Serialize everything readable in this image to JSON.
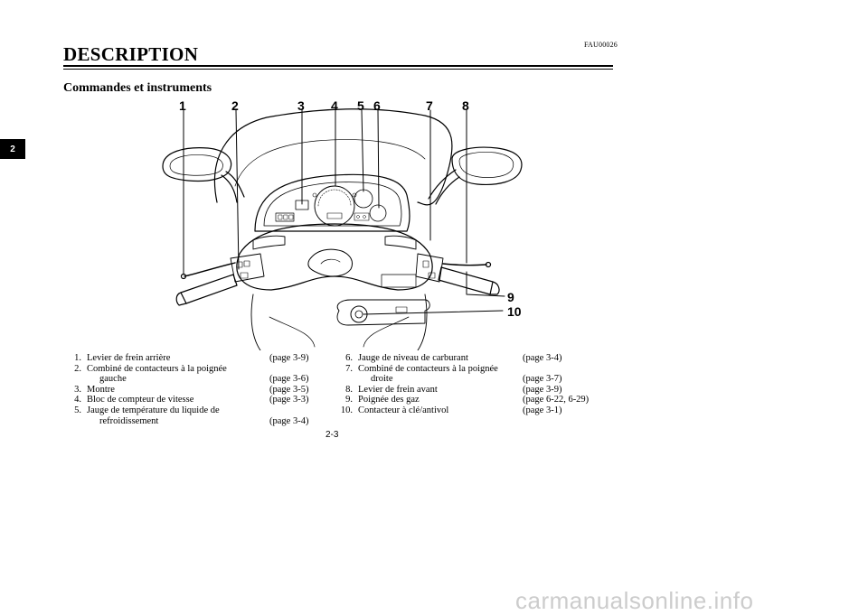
{
  "header": {
    "code": "FAU00026",
    "title": "DESCRIPTION",
    "subtitle": "Commandes et instruments"
  },
  "chapter_tab": "2",
  "figure": {
    "callouts": [
      "1",
      "2",
      "3",
      "4",
      "5",
      "6",
      "7",
      "8",
      "9",
      "10"
    ]
  },
  "legend": {
    "left": [
      {
        "num": "1.",
        "text": "Levier de frein arrière",
        "page": "(page 3-9)"
      },
      {
        "num": "2.",
        "text": "Combiné de contacteurs à la poignée",
        "page": ""
      },
      {
        "num": "",
        "text": "gauche",
        "page": "(page 3-6)"
      },
      {
        "num": "3.",
        "text": "Montre",
        "page": "(page 3-5)"
      },
      {
        "num": "4.",
        "text": "Bloc de compteur de vitesse",
        "page": "(page 3-3)"
      },
      {
        "num": "5.",
        "text": "Jauge de température du liquide de",
        "page": ""
      },
      {
        "num": "",
        "text": "refroidissement",
        "page": "(page 3-4)"
      }
    ],
    "right": [
      {
        "num": "6.",
        "text": "Jauge de niveau de carburant",
        "page": "(page 3-4)"
      },
      {
        "num": "7.",
        "text": "Combiné de contacteurs à la poignée",
        "page": ""
      },
      {
        "num": "",
        "text": "droite",
        "page": "(page 3-7)"
      },
      {
        "num": "8.",
        "text": "Levier de frein avant",
        "page": "(page 3-9)"
      },
      {
        "num": "9.",
        "text": "Poignée des gaz",
        "page": "(page 6-22, 6-29)"
      },
      {
        "num": "10.",
        "text": "Contacteur à clé/antivol",
        "page": "(page 3-1)"
      }
    ]
  },
  "page_number": "2-3",
  "watermark": "carmanualsonline.info"
}
